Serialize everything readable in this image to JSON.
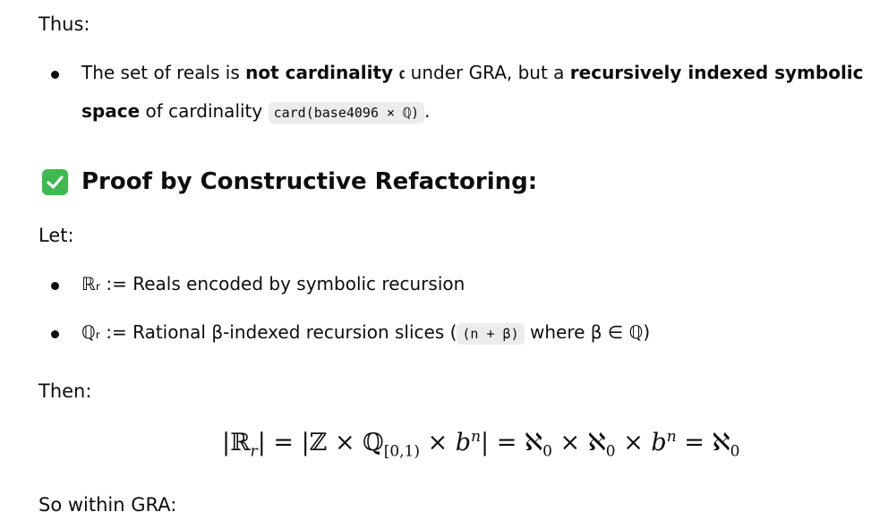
{
  "intro": "Thus:",
  "bullet1": {
    "t1": "The set of reals is ",
    "b1": "not cardinality 𝔠",
    "t2": " under GRA, but a ",
    "b2": "recursively indexed symbolic",
    "b3": "space",
    "t3": " of cardinality ",
    "code": "card(base4096 × ℚ)",
    "t4": "."
  },
  "heading": "Proof by Constructive Refactoring:",
  "let": "Let:",
  "bullet2": "ℝᵣ := Reals encoded by symbolic recursion",
  "bullet3": {
    "t1": "ℚᵣ := Rational β-indexed recursion slices (",
    "code": "(n + β)",
    "t2": " where β ∈ ℚ)"
  },
  "then": "Then:",
  "equation": {
    "lhs_sub": "r",
    "q_sub": "[0,1)",
    "sup1": "n",
    "aleph_sub1": "0",
    "aleph_sub2": "0",
    "sup2": "n",
    "aleph_sub3": "0"
  },
  "conclusion": "So within GRA:"
}
